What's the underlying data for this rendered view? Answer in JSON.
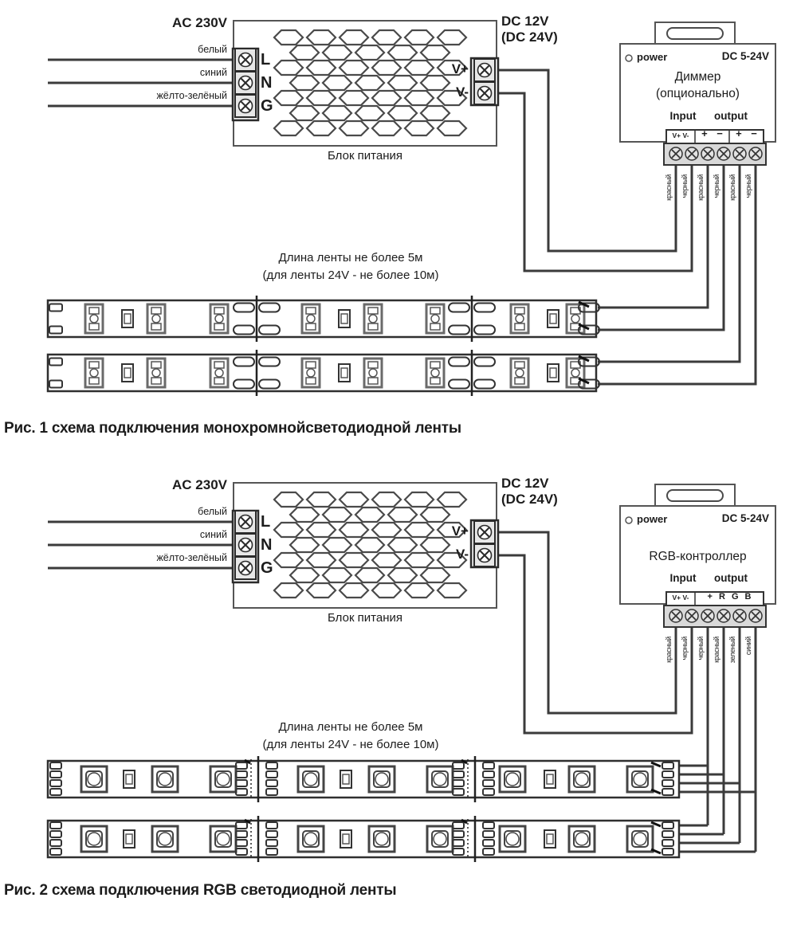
{
  "figure1": {
    "ac_voltage": "AC 230V",
    "input_wires": [
      "белый",
      "синий",
      "жёлто-зелёный"
    ],
    "psu": {
      "terminals": [
        "L",
        "N",
        "G"
      ],
      "outputs": [
        "V+",
        "V-"
      ],
      "caption": "Блок питания"
    },
    "dc_voltage": [
      "DC 12V",
      "(DC 24V)"
    ],
    "controller": {
      "power_label": "power",
      "voltage_range": "DC 5-24V",
      "title_lines": [
        "Диммер",
        "(опционально)"
      ],
      "input_label": "Input",
      "output_label": "output",
      "terminal_groups": [
        "V+ V-",
        "+ −",
        "+ −"
      ],
      "wire_labels": [
        "красный",
        "черный",
        "красный",
        "черный",
        "красный",
        "черный"
      ]
    },
    "strip_note": [
      "Длина ленты не более 5м",
      "(для ленты 24V - не более 10м)"
    ],
    "caption": "Рис. 1 схема подключения монохромнойсветодиодной ленты"
  },
  "figure2": {
    "ac_voltage": "AC 230V",
    "input_wires": [
      "белый",
      "синий",
      "жёлто-зелёный"
    ],
    "psu": {
      "terminals": [
        "L",
        "N",
        "G"
      ],
      "outputs": [
        "V+",
        "V-"
      ],
      "caption": "Блок питания"
    },
    "dc_voltage": [
      "DC 12V",
      "(DC 24V)"
    ],
    "controller": {
      "power_label": "power",
      "voltage_range": "DC 5-24V",
      "title_lines": [
        "RGB-контроллер"
      ],
      "input_label": "Input",
      "output_label": "output",
      "terminal_groups": [
        "V+ V-",
        "+ R G B"
      ],
      "wire_labels": [
        "красный",
        "черный",
        "черный",
        "красный",
        "зеленый",
        "синий"
      ]
    },
    "strip_note": [
      "Длина ленты не более 5м",
      "(для ленты 24V - не более 10м)"
    ],
    "caption": "Рис. 2 схема подключения RGB светодиодной ленты"
  }
}
